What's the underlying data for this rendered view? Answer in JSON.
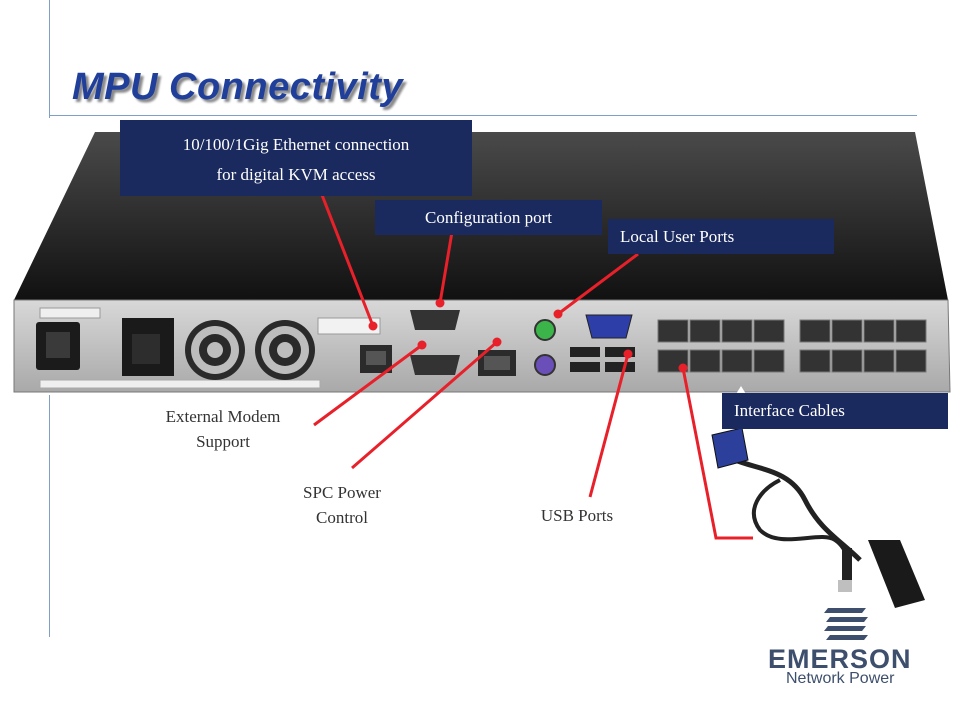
{
  "slide": {
    "title": "MPU Connectivity"
  },
  "callouts": {
    "ethernet_line1": "10/100/1Gig Ethernet connection",
    "ethernet_line2": "for digital KVM access",
    "config_port": "Configuration port",
    "local_user_ports": "Local User Ports",
    "interface_cables": "Interface Cables",
    "modem_line1": "External Modem",
    "modem_line2": "Support",
    "spc_line1": "SPC Power",
    "spc_line2": "Control",
    "usb_ports": "USB Ports"
  },
  "brand": {
    "name": "EMERSON",
    "tagline": "Network Power",
    "logo_color": "#3d4f6d"
  },
  "colors": {
    "title": "#1f3f9a",
    "callout_box": "#1b2a5e",
    "leader_line": "#e8202a",
    "frame_line": "#7fa0c4"
  }
}
